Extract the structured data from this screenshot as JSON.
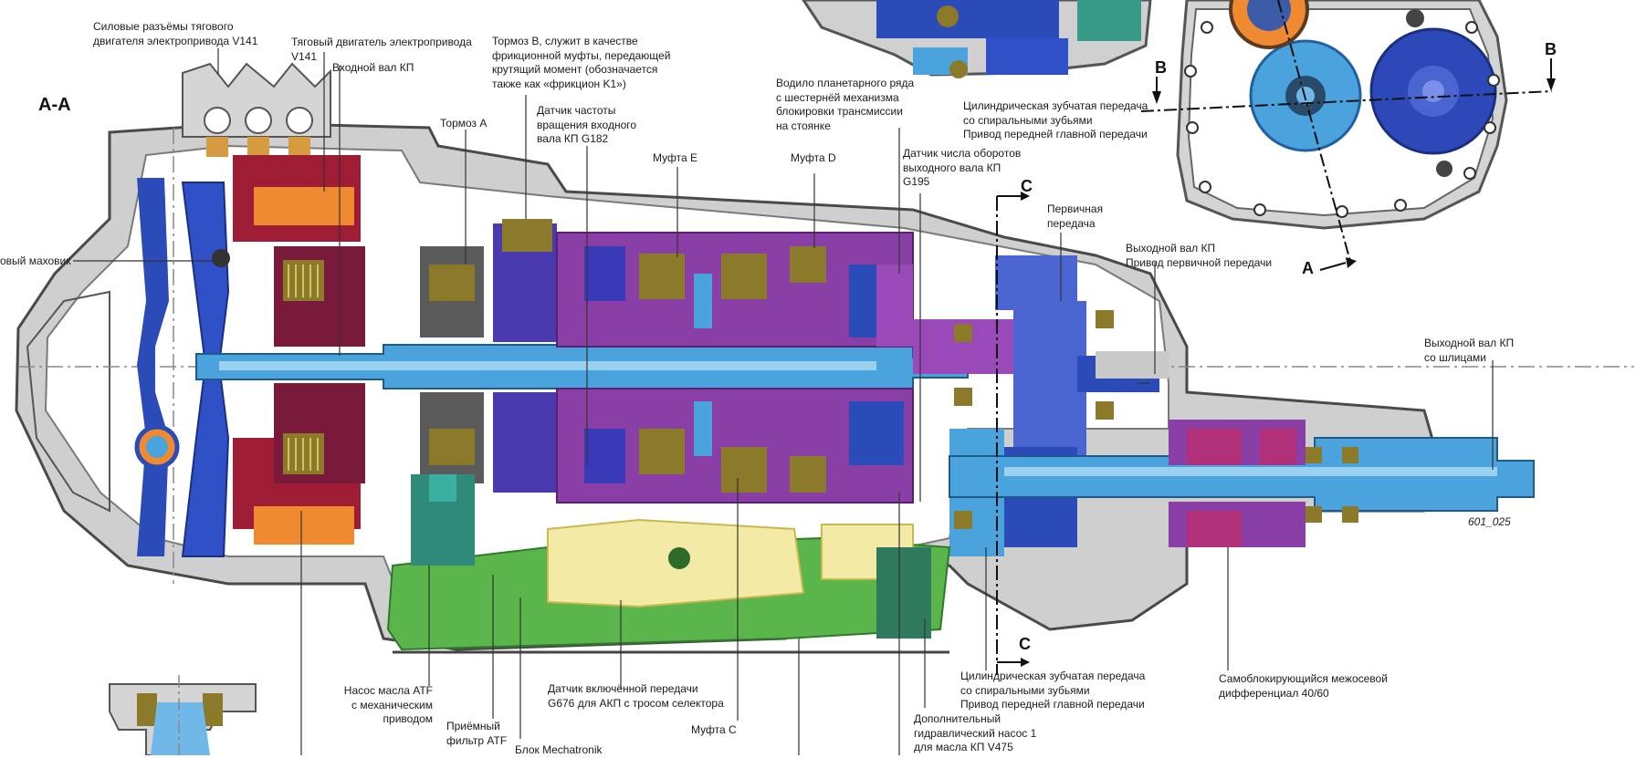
{
  "section_labels": {
    "aa": "A-A",
    "b_left": "B",
    "b_right": "B",
    "c_top": "C",
    "c_bottom": "C",
    "a_small": "A"
  },
  "figure_code": "601_025",
  "callouts": {
    "power_connectors": "Силовые разъёмы тягового\nдвигателя электропривода V141",
    "traction_motor": "Тяговый двигатель электропривода\nV141",
    "input_shaft": "Входной вал КП",
    "flywheel": "овый маховик",
    "brake_b": "Тормоз B, служит в качестве\nфрикционной муфты, передающей\nкрутящий момент (обозначается\nтакже как «фрикцион K1»)",
    "brake_a": "Тормоз A",
    "input_speed_sensor": "Датчик частоты\nвращения входного\nвала КП G182",
    "clutch_e": "Муфта E",
    "clutch_d": "Муфта D",
    "planet_carrier": "Водило планетарного ряда\nс шестернёй механизма\nблокировки трансмиссии\nна стоянке",
    "output_speed_sensor": "Датчик числа оборотов\nвыходного вала КП\nG195",
    "helical_gear_top": "Цилиндрическая зубчатая передача\nсо спиральными зубьями\nПривод передней главной передачи",
    "primary_gear": "Первичная\nпередача",
    "output_shaft_primary": "Выходной вал КП\nПривод первичной передачи",
    "output_shaft_splines": "Выходной вал КП\nсо шлицами",
    "atf_pump": "Насос масла ATF\nс механическим\nприводом",
    "atf_filter": "Приёмный\nфильтр ATF",
    "mechatronik": "Блок Mechatronik",
    "gear_sensor": "Датчик включённой передачи\nG676 для АКП с тросом селектора",
    "clutch_c": "Муфта C",
    "aux_pump": "Дополнительный\nгидравлический насос 1\nдля масла КП V475",
    "helical_gear_bottom": "Цилиндрическая зубчатая передача\nсо спиральными зубьями\nПривод передней главной передачи",
    "center_diff": "Самоблокирующийся межосевой\nдифференциал 40/60"
  },
  "colors": {
    "housing": "#c9c9c9",
    "housing_dark": "#5a5a5a",
    "shaft_blue": "#4aa3dc",
    "deep_blue": "#2b3fa8",
    "royal_blue": "#3050c8",
    "purple": "#7a3c9a",
    "magenta": "#b0307a",
    "crimson": "#9e1c34",
    "green": "#5ab54a",
    "dark_green": "#2f7a5c",
    "cream": "#f3eaa6",
    "orange": "#f08a30",
    "clutch_plate": "#8a7a2a",
    "teal": "#3a9a9a"
  }
}
